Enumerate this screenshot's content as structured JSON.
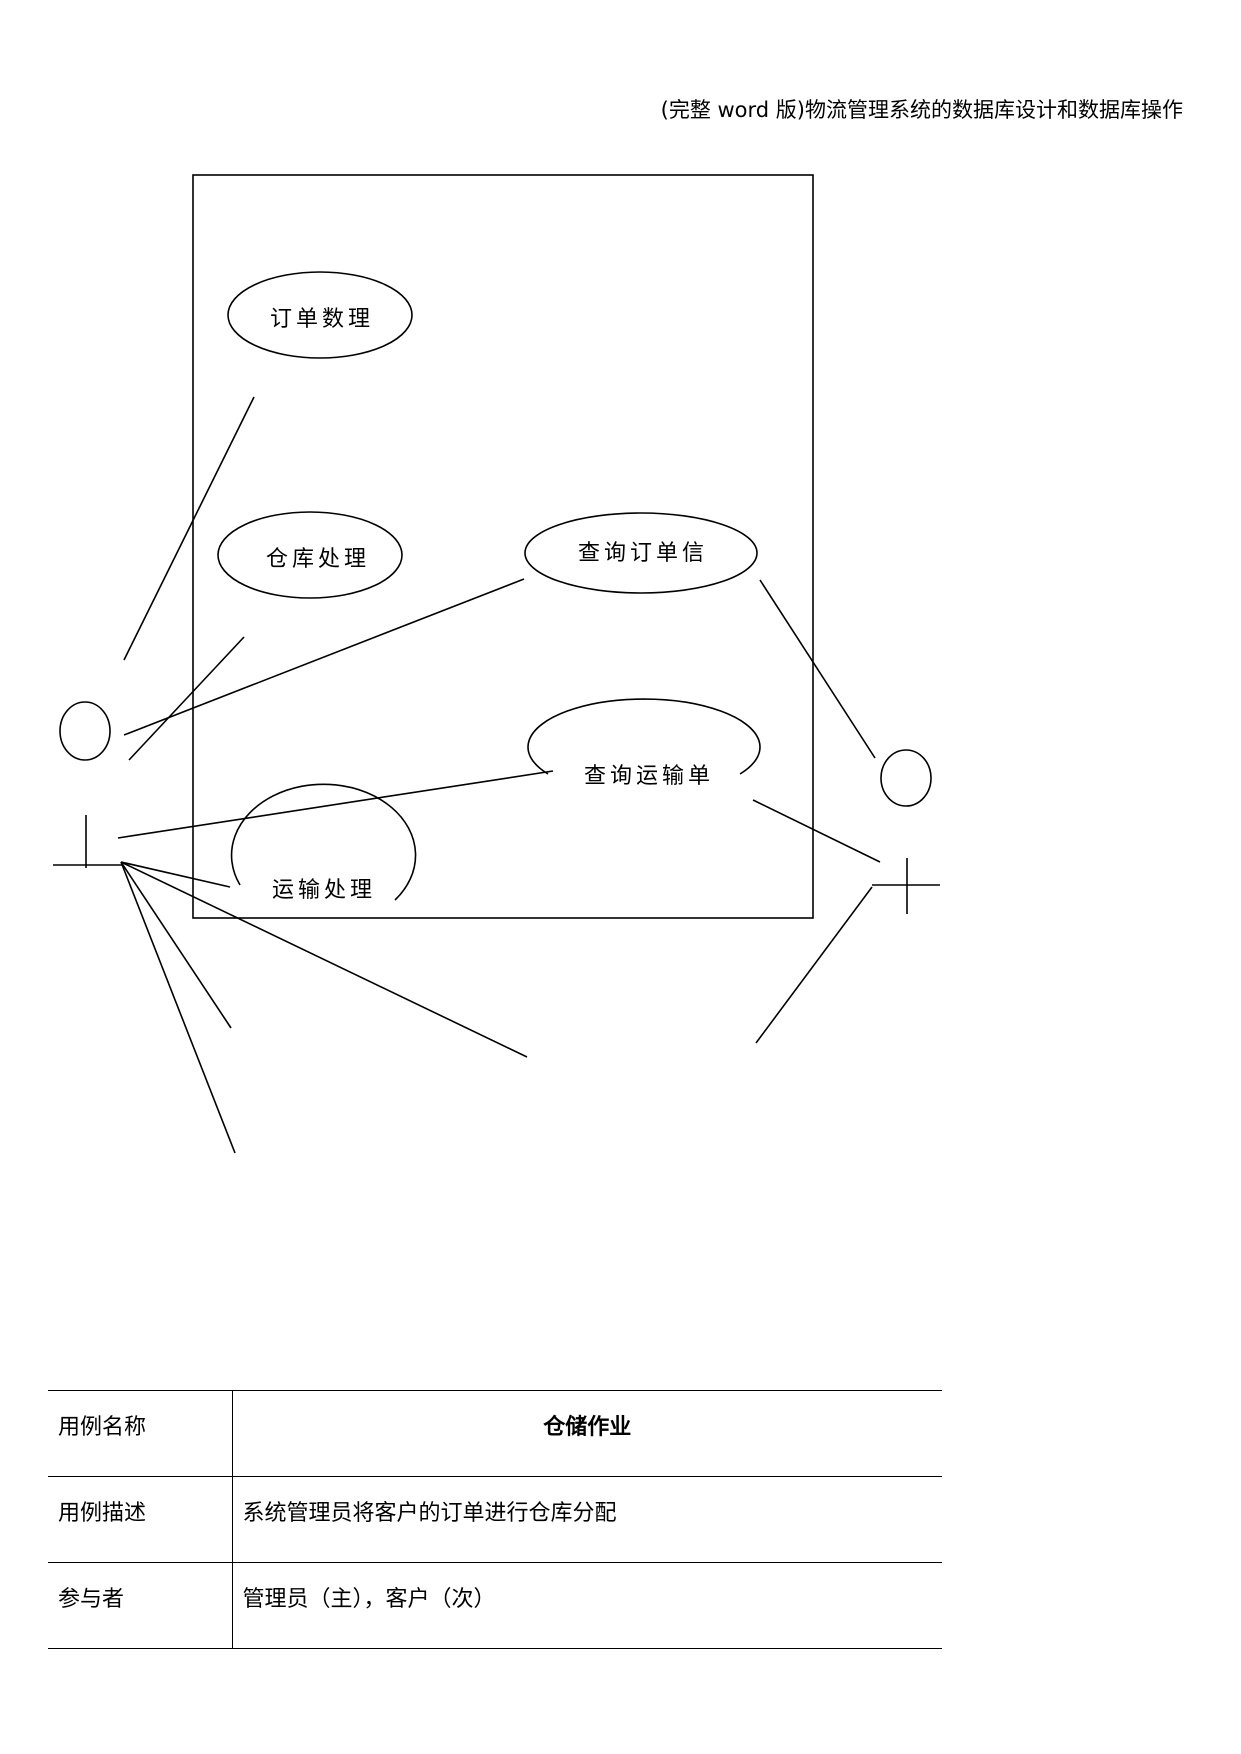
{
  "header": {
    "title": "(完整 word 版)物流管理系统的数据库设计和数据库操作"
  },
  "diagram": {
    "use_cases": {
      "order": "订单数理",
      "warehouse": "仓库处理",
      "query_order": "查询订单信",
      "query_transport": "查询运输单",
      "transport": "运输处理"
    }
  },
  "table": {
    "rows": [
      {
        "key": "用例名称",
        "value": "仓储作业"
      },
      {
        "key": "用例描述",
        "value": "系统管理员将客户的订单进行仓库分配"
      },
      {
        "key": "参与者",
        "value": "管理员（主），客户（次）"
      }
    ]
  }
}
